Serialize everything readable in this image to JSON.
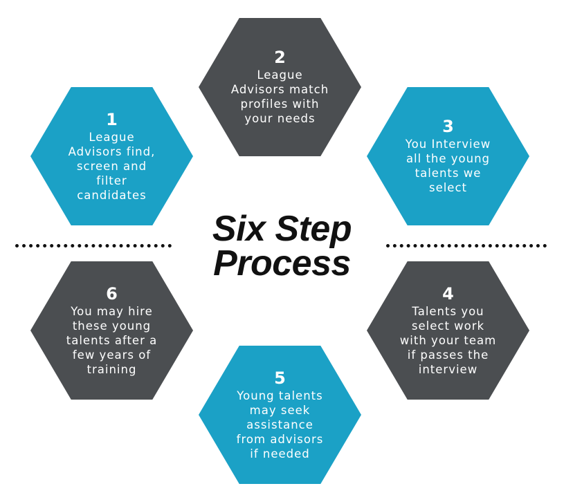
{
  "title": {
    "line1": "Six Step",
    "line2": "Process"
  },
  "colors": {
    "blue": "#1ba1c6",
    "dark": "#4b4e51",
    "text": "#ffffff",
    "title": "#111111"
  },
  "steps": [
    {
      "number": "1",
      "lines": [
        "League",
        "Advisors find,",
        "screen and",
        "filter",
        "candidates"
      ]
    },
    {
      "number": "2",
      "lines": [
        "League",
        "Advisors match",
        "profiles with",
        "your needs"
      ]
    },
    {
      "number": "3",
      "lines": [
        "You Interview",
        "all the young",
        "talents we",
        "select"
      ]
    },
    {
      "number": "4",
      "lines": [
        "Talents you",
        "select work",
        "with your team",
        "if passes the",
        "interview"
      ]
    },
    {
      "number": "5",
      "lines": [
        "Young talents",
        "may seek",
        "assistance",
        "from advisors",
        "if needed"
      ]
    },
    {
      "number": "6",
      "lines": [
        "You may hire",
        "these young",
        "talents after a",
        "few years of",
        "training"
      ]
    }
  ]
}
